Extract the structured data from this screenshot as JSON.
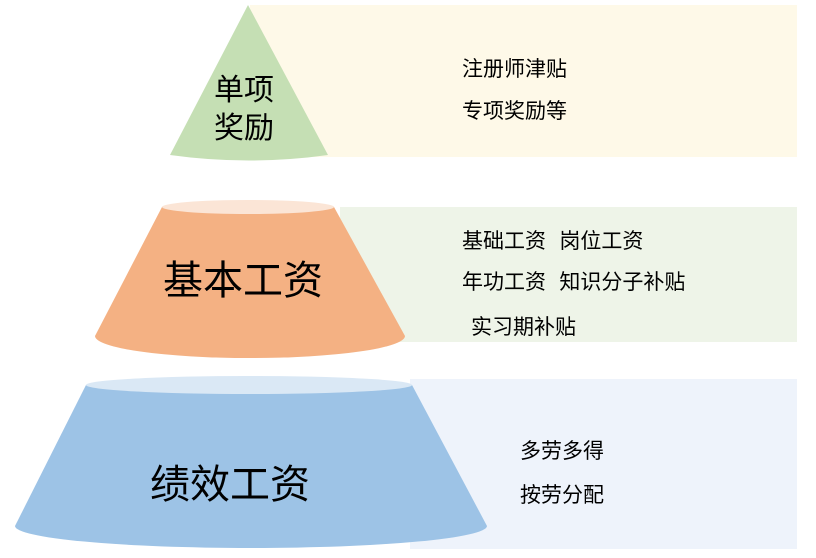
{
  "tiers": [
    {
      "title_lines": [
        "单项",
        "奖励"
      ],
      "items": [
        "注册师津贴",
        "专项奖励等"
      ],
      "color": "#c5dfb4",
      "panel_color": "#fef9e8"
    },
    {
      "title": "基本工资",
      "items": [
        "基础工资  岗位工资",
        "年功工资  知识分子补贴",
        "实习期补贴"
      ],
      "color": "#f4b183",
      "panel_color": "#eef4e8"
    },
    {
      "title": "绩效工资",
      "items": [
        "多劳多得",
        "按劳分配"
      ],
      "color": "#9dc3e6",
      "panel_color": "#eef3fb"
    }
  ]
}
